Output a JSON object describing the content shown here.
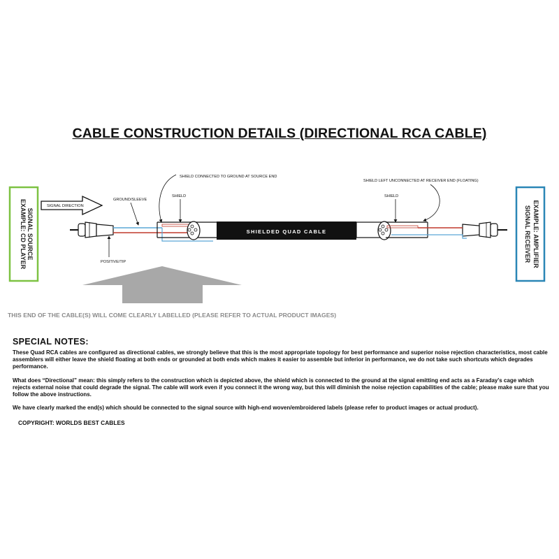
{
  "title": "CABLE CONSTRUCTION DETAILS (DIRECTIONAL RCA CABLE)",
  "diagram": {
    "source_box": {
      "line1": "SIGNAL SOURCE",
      "line2": "EXAMPLE: CD PLAYER",
      "color": "#7dc242"
    },
    "receiver_box": {
      "line1": "SIGNAL RECEIVER",
      "line2": "EXAMPLE: AMPLIFIER",
      "color": "#2a86b6"
    },
    "signal_direction": "SIGNAL DIRECTION",
    "ground_sleeve": "GROUND/SLEEVE",
    "shield_left": "SHIELD",
    "shield_right": "SHIELD",
    "shield_source_note": "SHIELD CONNECTED TO GROUND AT SOURCE END",
    "shield_receiver_note": "SHIELD LEFT UNCONNECTED AT RECEIVER END (FLOATING)",
    "positive_tip": "POSITIVE/TIP",
    "cable_label": "SHIELDED QUAD CABLE",
    "wire_colors": {
      "ground": "#5aa7d6",
      "positive": "#c0392b",
      "jacket": "#111111",
      "arrow": "#a8a8a8"
    }
  },
  "label_note": "THIS END OF THE CABLE(S) WILL COME CLEARLY LABELLED (PLEASE REFER TO ACTUAL PRODUCT IMAGES)",
  "notes": {
    "heading": "SPECIAL NOTES:",
    "paragraphs": [
      "These Quad RCA cables are configured as directional cables, we strongly believe that this is the most appropriate topology for best performance and superior noise rejection characteristics, most cable assemblers will either leave the shield floating at both ends or grounded at both ends which makes it easier to assemble but inferior in performance, we do not take such shortcuts which degrades performance.",
      "What does “Directional” mean: this simply refers to the construction which is depicted above, the shield which is connected to the ground at the signal emitting end acts as a Faraday's cage which rejects external noise that could degrade the signal. The cable will work even if you connect it the wrong way, but this will diminish the noise rejection capabilities of the cable; please make sure that you follow the above instructions.",
      "We have clearly marked the end(s) which should be connected to the signal source with high-end woven/embroidered labels (please refer to product images or actual product)."
    ]
  },
  "copyright": "COPYRIGHT: WORLDS BEST CABLES"
}
